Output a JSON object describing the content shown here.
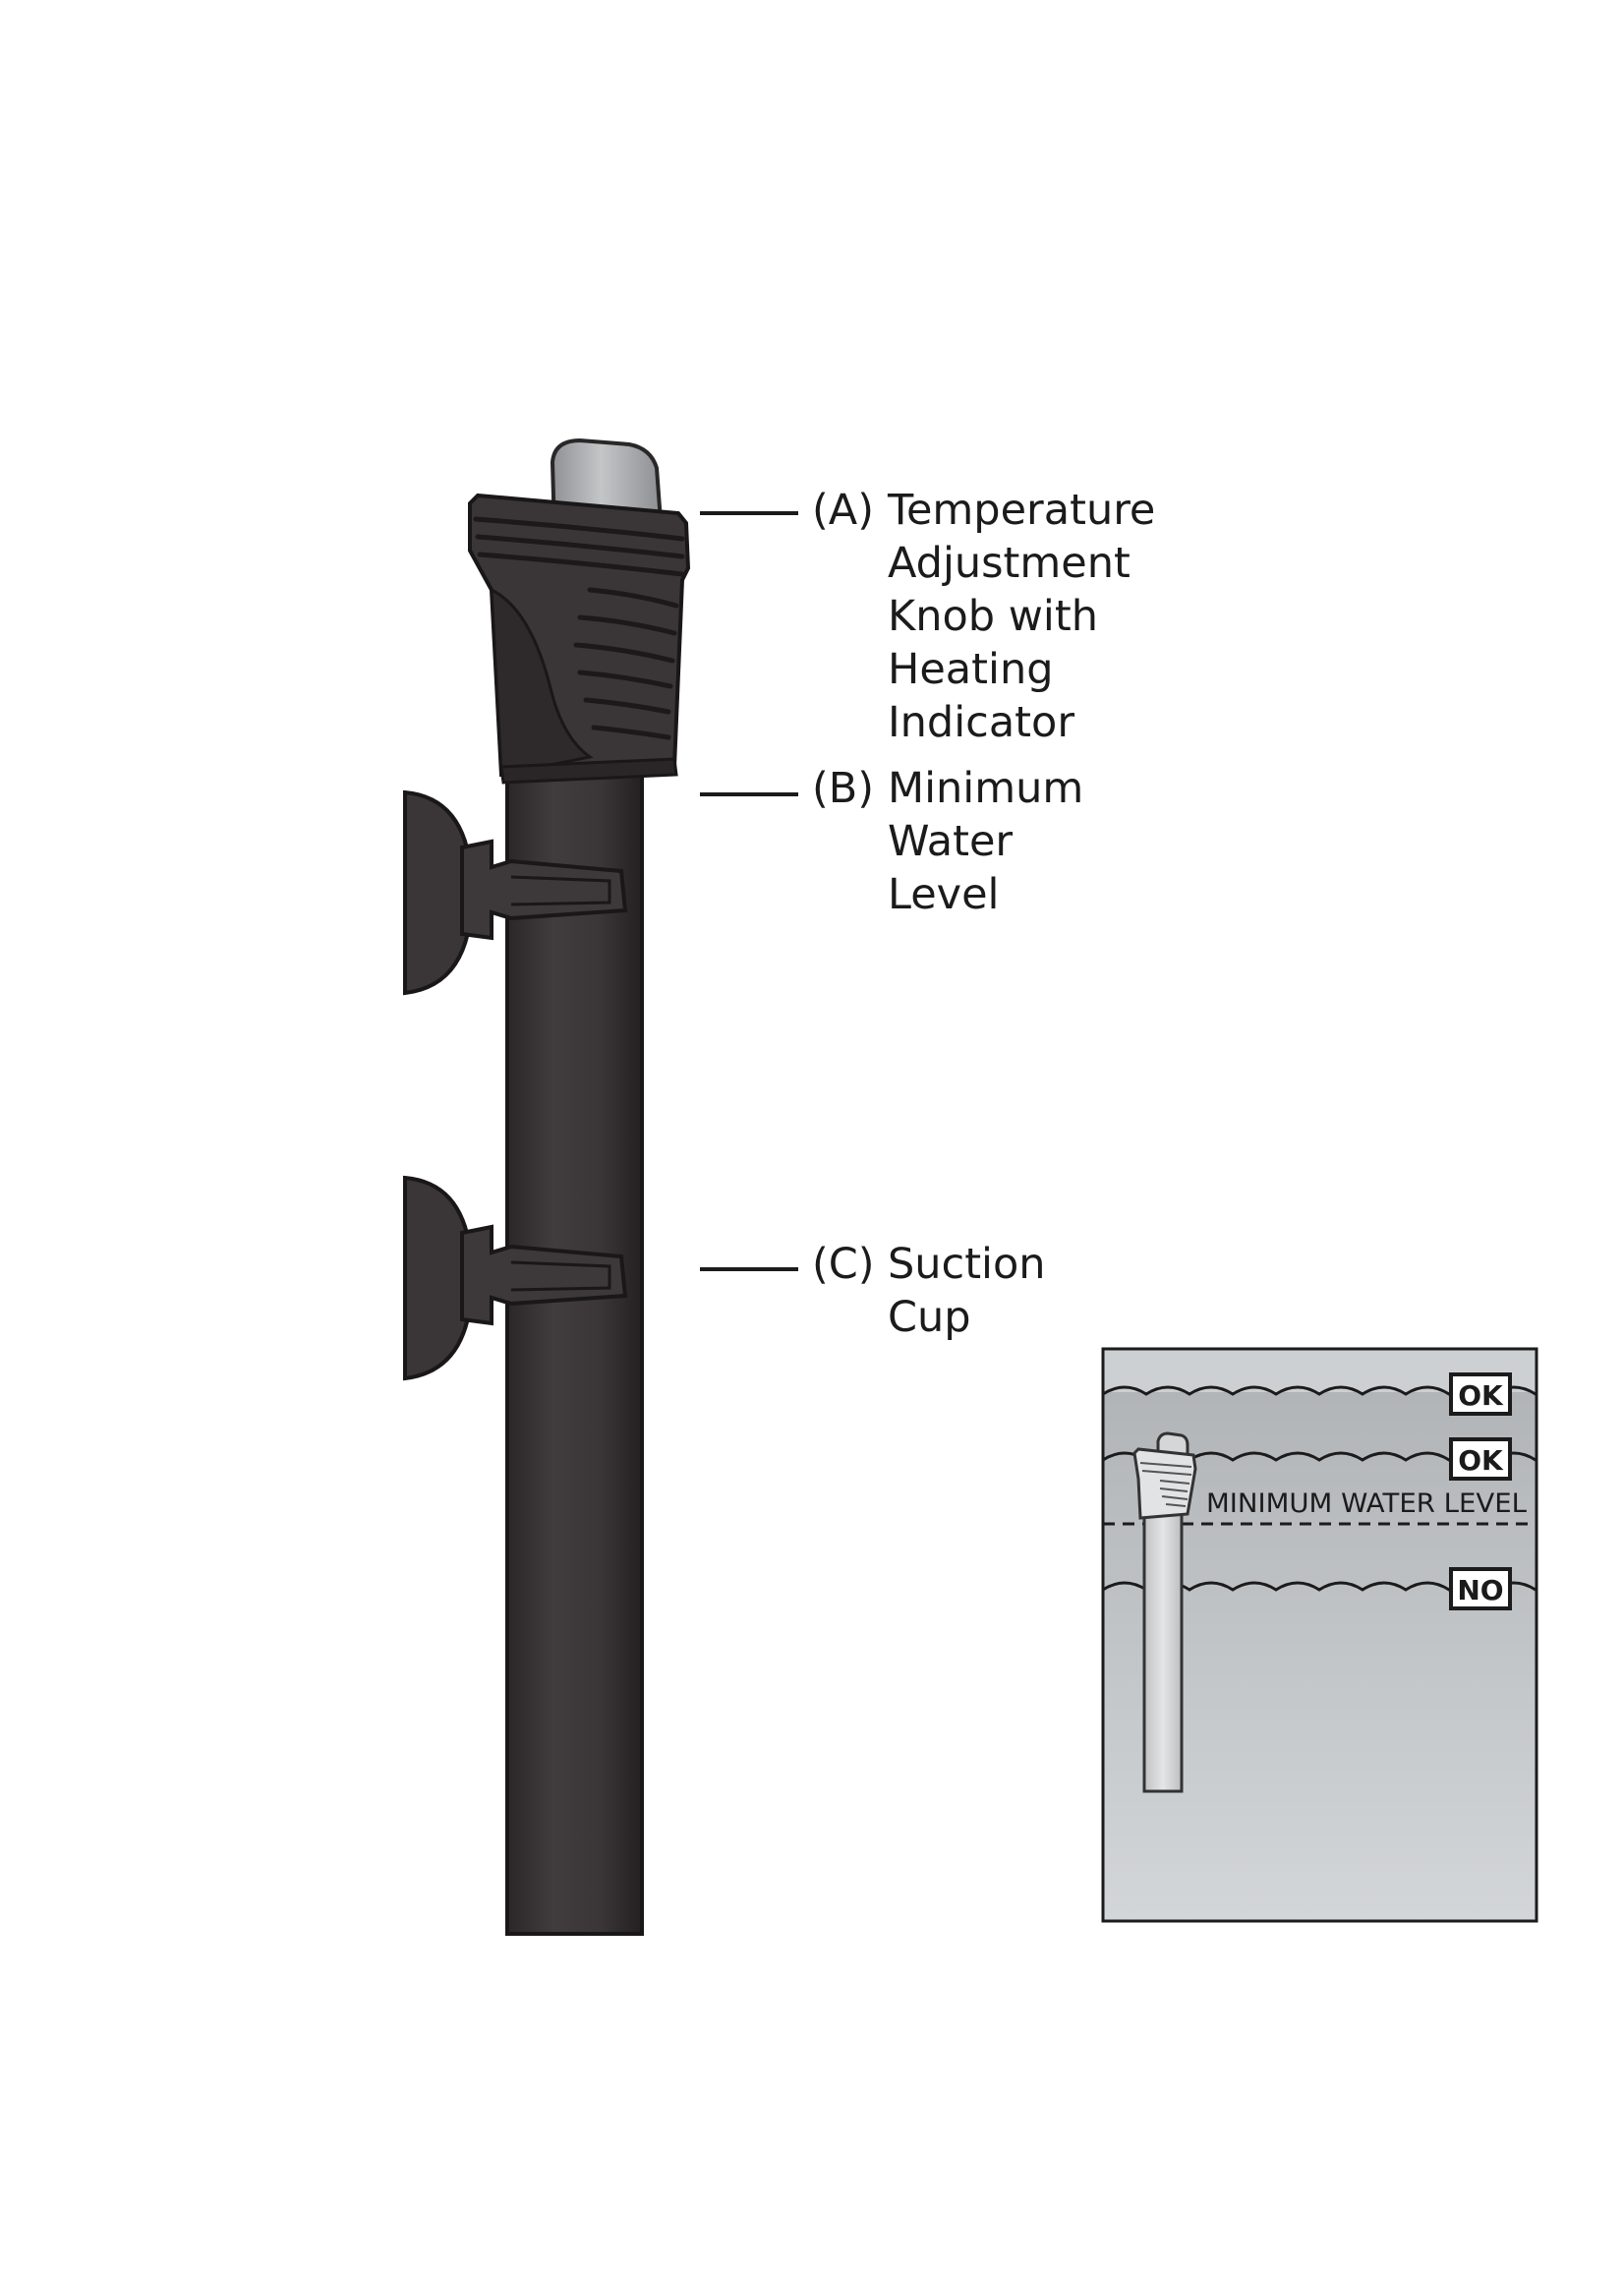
{
  "callouts": [
    {
      "id": "a",
      "letter": "(A)",
      "text": "Temperature\nAdjustment\nKnob with\nHeating Indicator"
    },
    {
      "id": "b",
      "letter": "(B)",
      "text": "Minimum\nWater Level"
    },
    {
      "id": "c",
      "letter": "(C)",
      "text": "Suction Cup"
    }
  ],
  "inset": {
    "badges": [
      "OK",
      "OK",
      "NO"
    ],
    "min_level_label": "MINIMUM WATER LEVEL"
  },
  "colors": {
    "heater_body": "#3a3536",
    "heater_shadow": "#201d1e",
    "knob_cap": "#a9abae",
    "inset_water": "#c4c7ca",
    "inset_air": "#cbced1",
    "inset_heater": "#d3d5d7"
  }
}
